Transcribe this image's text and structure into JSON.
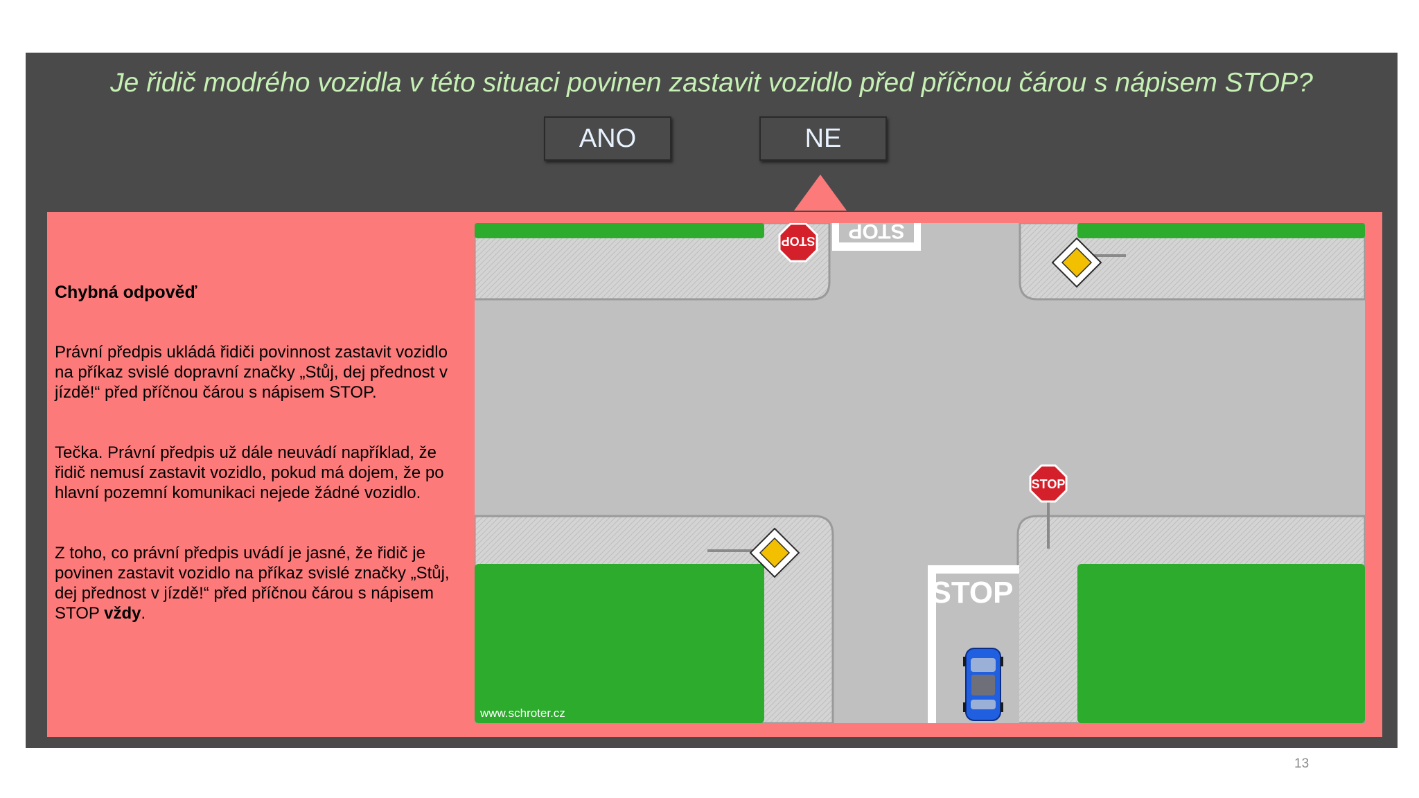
{
  "question": "Je řidič modrého vozidla v této situaci povinen zastavit vozidlo před příčnou čárou s nápisem STOP?",
  "answers": {
    "ano": "ANO",
    "ne": "NE"
  },
  "feedback": {
    "title": "Chybná odpověď",
    "paragraph1": "Právní předpis ukládá řidiči povinnost zastavit vozidlo na příkaz svislé dopravní značky „Stůj, dej přednost v jízdě!“ před příčnou čárou s nápisem STOP.",
    "paragraph2": "Tečka. Právní předpis už dále neuvádí například, že řidič nemusí zastavit vozidlo, pokud má dojem, že po hlavní pozemní komunikaci nejede žádné vozidlo.",
    "paragraph3_text": "Z toho, co právní předpis uvádí je jasné, že řidič je povinen zastavit vozidlo na příkaz svislé značky „Stůj, dej přednost v jízdě!“ před příčnou čárou s nápisem STOP ",
    "paragraph3_bold": "vždy",
    "paragraph3_end": "."
  },
  "scene": {
    "road_marking_text": "STOP",
    "stop_sign_text": "STOP",
    "watermark": "www.schroter.cz",
    "icons": [
      "stop-sign-icon",
      "priority-road-sign-icon",
      "blue-car-icon"
    ]
  },
  "page_number": "13",
  "colors": {
    "frame": "#4a4a4a",
    "question_text": "#c6f0b4",
    "feedback_panel": "#fd7a7b",
    "grass": "#2cab2c",
    "road": "#c0c0c0",
    "car": "#1f5fe0",
    "stop_sign": "#d4202a"
  }
}
